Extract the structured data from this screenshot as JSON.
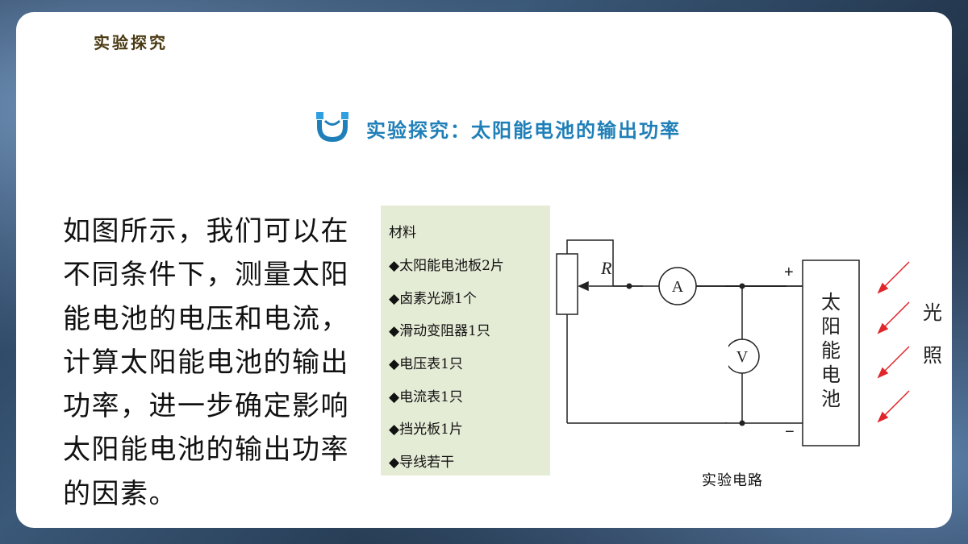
{
  "header": {
    "section_label": "实验探究"
  },
  "title": {
    "text": "实验探究：太阳能电池的输出功率",
    "icon": "magnet-icon",
    "color": "#1f7fb8"
  },
  "intro": {
    "text": "如图所示，我们可以在不同条件下，测量太阳能电池的电压和电流，计算太阳能电池的输出功率，进一步确定影响太阳能电池的输出功率的因素。"
  },
  "materials": {
    "title": "材料",
    "items": [
      "◆太阳能电池板2片",
      "◆卤素光源1个",
      "◆滑动变阻器1只",
      "◆电压表1只",
      "◆电流表1只",
      "◆挡光板1片",
      "◆导线若干"
    ]
  },
  "circuit": {
    "resistor_label": "R",
    "ammeter_label": "A",
    "voltmeter_label": "V",
    "plus_label": "+",
    "minus_label": "−",
    "cell_label": [
      "太",
      "阳",
      "能",
      "电",
      "池"
    ],
    "light_label": [
      "光",
      "照"
    ],
    "caption": "实验电路",
    "arrow_color": "#e0262a"
  }
}
